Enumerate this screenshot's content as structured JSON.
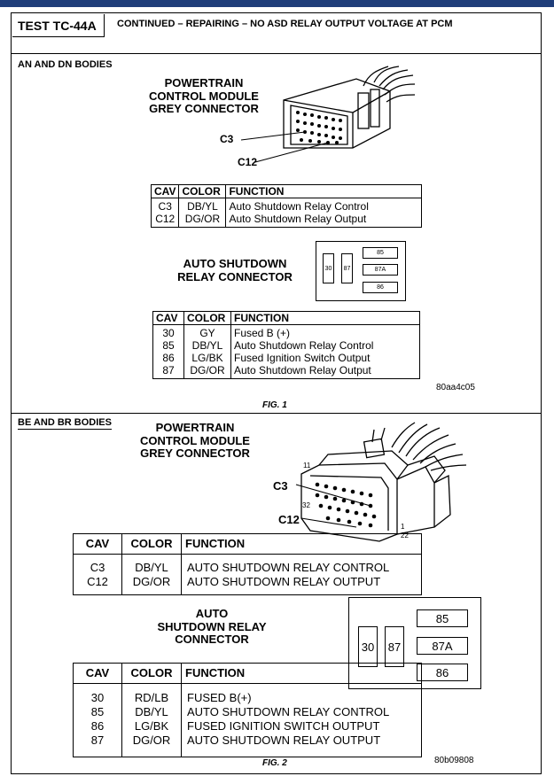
{
  "test_id": "TEST TC-44A",
  "header_title": "CONTINUED – REPAIRING – NO ASD RELAY OUTPUT VOLTAGE AT PCM",
  "section1": {
    "label": "AN AND DN BODIES",
    "pcm_title": [
      "POWERTRAIN",
      "CONTROL MODULE",
      "GREY CONNECTOR"
    ],
    "callouts": [
      "C3",
      "C12"
    ],
    "pcm_table": {
      "headers": [
        "CAV",
        "COLOR",
        "FUNCTION"
      ],
      "rows": [
        [
          "C3",
          "DB/YL",
          "Auto Shutdown Relay Control"
        ],
        [
          "C12",
          "DG/OR",
          "Auto Shutdown Relay Output"
        ]
      ]
    },
    "relay_title": [
      "AUTO SHUTDOWN",
      "RELAY CONNECTOR"
    ],
    "relay_terminals": [
      "30",
      "87",
      "85",
      "87A",
      "86"
    ],
    "relay_table": {
      "headers": [
        "CAV",
        "COLOR",
        "FUNCTION"
      ],
      "rows": [
        [
          "30",
          "GY",
          "Fused B (+)"
        ],
        [
          "85",
          "DB/YL",
          "Auto Shutdown Relay Control"
        ],
        [
          "86",
          "LG/BK",
          "Fused Ignition Switch Output"
        ],
        [
          "87",
          "DG/OR",
          "Auto Shutdown Relay Output"
        ]
      ]
    },
    "figure_code": "80aa4c05",
    "figure_caption": "FIG. 1"
  },
  "section2": {
    "label": "BE AND BR BODIES",
    "pcm_title": [
      "POWERTRAIN",
      "CONTROL MODULE",
      "GREY CONNECTOR"
    ],
    "callouts": [
      "C3",
      "C12"
    ],
    "pin_numbers": [
      "11",
      "32",
      "1",
      "22"
    ],
    "pcm_table": {
      "headers": [
        "CAV",
        "COLOR",
        "FUNCTION"
      ],
      "rows": [
        [
          "C3",
          "DB/YL",
          "AUTO SHUTDOWN RELAY CONTROL"
        ],
        [
          "C12",
          "DG/OR",
          "AUTO SHUTDOWN RELAY OUTPUT"
        ]
      ]
    },
    "relay_title": [
      "AUTO",
      "SHUTDOWN RELAY",
      "CONNECTOR"
    ],
    "relay_terminals": [
      "30",
      "87",
      "85",
      "87A",
      "86"
    ],
    "relay_table": {
      "headers": [
        "CAV",
        "COLOR",
        "FUNCTION"
      ],
      "rows": [
        [
          "30",
          "RD/LB",
          "FUSED B(+)"
        ],
        [
          "85",
          "DB/YL",
          "AUTO SHUTDOWN RELAY CONTROL"
        ],
        [
          "86",
          "LG/BK",
          "FUSED IGNITION SWITCH OUTPUT"
        ],
        [
          "87",
          "DG/OR",
          "AUTO SHUTDOWN RELAY OUTPUT"
        ]
      ]
    },
    "figure_code": "80b09808",
    "figure_caption": "FIG. 2"
  },
  "colors": {
    "top_bar": "#1f3e7a",
    "ink": "#000000",
    "paper": "#ffffff"
  }
}
